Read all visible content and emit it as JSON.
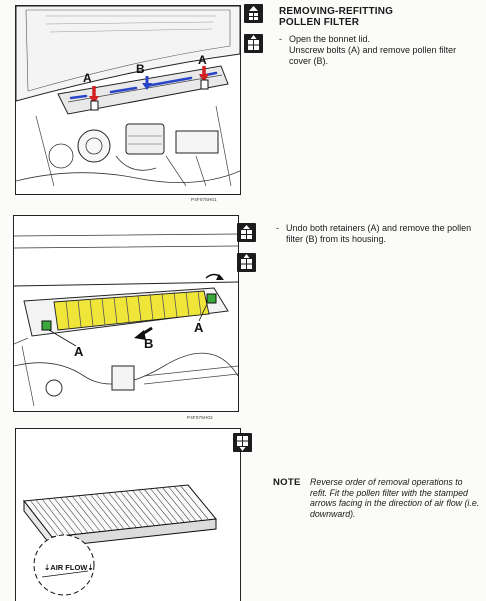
{
  "title": {
    "line1": "REMOVING-REFITTING",
    "line2": "POLLEN FILTER"
  },
  "steps": [
    {
      "dash": "-",
      "text": "Open the bonnet lid."
    },
    {
      "text": "Unscrew bolts (A) and remove pollen filter cover (B)."
    },
    {
      "dash": "-",
      "text": "Undo both retainers (A) and remove the pollen filter (B) from its housing."
    }
  ],
  "note": {
    "label": "NOTE",
    "text": "Reverse order of removal operations to refit. Fit the pollen filter with the stamped arrows facing in the direction of air flow (i.e. downward)."
  },
  "figures": [
    {
      "ref": "P4F075H01",
      "labels": [
        "A",
        "B",
        "A"
      ]
    },
    {
      "ref": "P4F075H02",
      "labels": [
        "A",
        "B",
        "A"
      ]
    },
    {
      "stamp": "AIR FLOW"
    }
  ],
  "icons": [
    "removal-icon",
    "cover-removal-icon",
    "retainer-removal-icon",
    "filter-removal-icon",
    "refit-icon"
  ],
  "colors": {
    "bolt_arrow": "#d32222",
    "cover_highlight": "#2a46c8",
    "filter_highlight": "#f0e63a",
    "retainer": "#3aa83a"
  }
}
